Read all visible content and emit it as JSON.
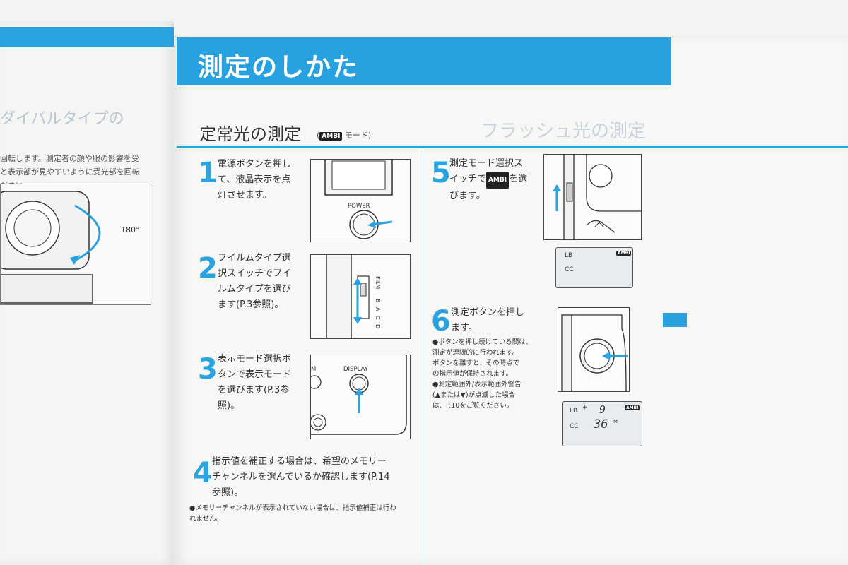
{
  "left_page": {
    "heading": "ダイバルタイプの",
    "body_lines": [
      "回転します。測定者の顔や服の影響を受",
      "と表示部が見やすいように受光部を回転",
      "ださい。"
    ],
    "angle_label": "180°"
  },
  "right_page": {
    "title": "測定のしかた",
    "section_title": "定常光の測定",
    "section_sub_open": "(",
    "section_sub_badge": "AMBI",
    "section_sub_close": "モード)",
    "steps": [
      {
        "number": "1",
        "lines": [
          "電源ボタンを押し",
          "て、液晶表示を点",
          "灯させます。"
        ]
      },
      {
        "number": "2",
        "lines": [
          "フイルムタイプ選",
          "択スイッチでフイ",
          "ルムタイプを選び",
          "ます(P.3参照)。"
        ]
      },
      {
        "number": "3",
        "lines": [
          "表示モード選択ボ",
          "タンで表示モード",
          "を選びます(P.3参",
          "照)。"
        ]
      },
      {
        "number": "4",
        "lines": [
          "指示値を補正する場合は、希望のメモリー",
          "チャンネルを選んでいるか確認します(P.14",
          "参照)。"
        ]
      },
      {
        "number": "5",
        "lines_a": [
          "測定モード選択ス"
        ],
        "line_b_pre": "イッチで",
        "line_b_badge": "AMBI",
        "line_b_post": "を選",
        "lines_c": [
          "びます。"
        ]
      },
      {
        "number": "6",
        "lines": [
          "測定ボタンを押し",
          "ます。"
        ]
      }
    ],
    "step4_note": [
      "●メモリーチャンネルが表示されていない場合は、指示値補正は行わ",
      "れません。"
    ],
    "step6_notes": [
      "●ボタンを押し続けている間は、",
      "測定が連続的に行われます。",
      "ボタンを離すと、その時点で",
      "の指示値が保持されます。",
      "●測定範囲外/表示範囲外警告",
      "(▲または▼)が点滅した場合",
      "は、P.10をご覧ください。"
    ],
    "figures": {
      "power_label": "POWER",
      "film_label": "FILM",
      "film_letters": [
        "B",
        "A",
        "C",
        "D"
      ],
      "display_label": "DISPLAY",
      "display_side": "M",
      "lcd1": {
        "lb": "LB",
        "cc": "CC",
        "badge": "AMBI"
      },
      "lcd2": {
        "lb": "LB",
        "plus": "+",
        "lb_value": "9",
        "cc": "CC",
        "cc_value": "36",
        "unit": "M",
        "badge": "AMBI"
      }
    },
    "ghost_heading": "フラッシュ光の測定"
  },
  "colors": {
    "accent": "#2aa2dd",
    "title_bar": "#27a1df",
    "text": "#333333"
  }
}
